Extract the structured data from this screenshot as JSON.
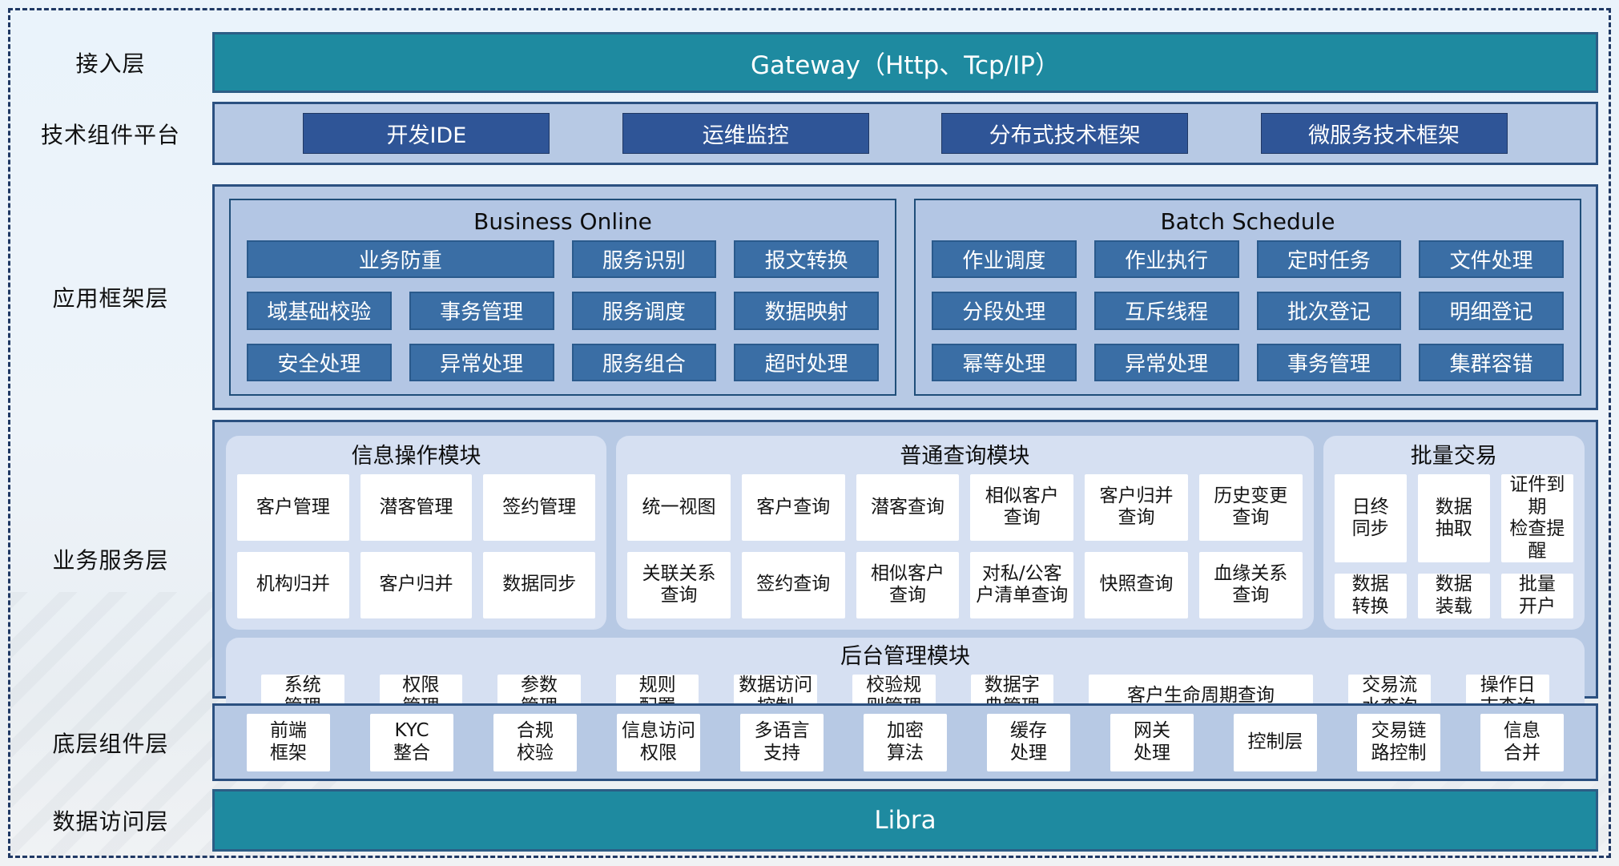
{
  "colors": {
    "teal_bar": "#1e8aa0",
    "dark_button": "#2f5597",
    "mid_button": "#3a6ea5",
    "panel_blue": "#b7c9e4",
    "card_blue": "#d6e0f2",
    "border_navy": "#2b5080",
    "frame_dash": "#1f3864"
  },
  "layers": {
    "access": {
      "label": "接入层",
      "bar": "Gateway（Http、Tcp/IP）"
    },
    "tech_platform": {
      "label": "技术组件平台",
      "items": [
        "开发IDE",
        "运维监控",
        "分布式技术框架",
        "微服务技术框架"
      ]
    },
    "app_framework": {
      "label": "应用框架层",
      "business_online": {
        "title": "Business Online",
        "items": [
          {
            "t": "业务防重",
            "span": 2
          },
          "服务识别",
          "报文转换",
          "域基础校验",
          "事务管理",
          "服务调度",
          "数据映射",
          "安全处理",
          "异常处理",
          "服务组合",
          "超时处理"
        ]
      },
      "batch_schedule": {
        "title": "Batch Schedule",
        "items": [
          "作业调度",
          "作业执行",
          "定时任务",
          "文件处理",
          "分段处理",
          "互斥线程",
          "批次登记",
          "明细登记",
          "幂等处理",
          "异常处理",
          "事务管理",
          "集群容错"
        ]
      }
    },
    "business_service": {
      "label": "业务服务层",
      "info_module": {
        "title": "信息操作模块",
        "items": [
          "客户管理",
          "潜客管理",
          "签约管理",
          "机构归并",
          "客户归并",
          "数据同步"
        ]
      },
      "query_module": {
        "title": "普通查询模块",
        "items": [
          "统一视图",
          "客户查询",
          "潜客查询",
          "相似客户\n查询",
          "客户归并\n查询",
          "历史变更\n查询",
          "关联关系\n查询",
          "签约查询",
          "相似客户\n查询",
          "对私/公客\n户清单查询",
          "快照查询",
          "血缘关系\n查询"
        ]
      },
      "batch_trade": {
        "title": "批量交易",
        "items": [
          "日终\n同步",
          "数据\n抽取",
          "证件到期\n检查提醒",
          "数据\n转换",
          "数据\n装载",
          "批量\n开户"
        ]
      },
      "admin_module": {
        "title": "后台管理模块",
        "items": [
          "系统\n管理",
          "权限\n管理",
          "参数\n管理",
          "规则\n配置",
          "数据访问\n控制",
          "校验规\n则管理",
          "数据字\n典管理",
          {
            "t": "客户生命周期查询",
            "wide": true
          },
          "交易流\n水查询",
          "操作日\n志查询"
        ]
      }
    },
    "base_components": {
      "label": "底层组件层",
      "items": [
        "前端\n框架",
        "KYC\n整合",
        "合规\n校验",
        "信息访问\n权限",
        "多语言\n支持",
        "加密\n算法",
        "缓存\n处理",
        "网关\n处理",
        "控制层",
        "交易链\n路控制",
        "信息\n合并"
      ]
    },
    "data_access": {
      "label": "数据访问层",
      "bar": "Libra"
    }
  }
}
